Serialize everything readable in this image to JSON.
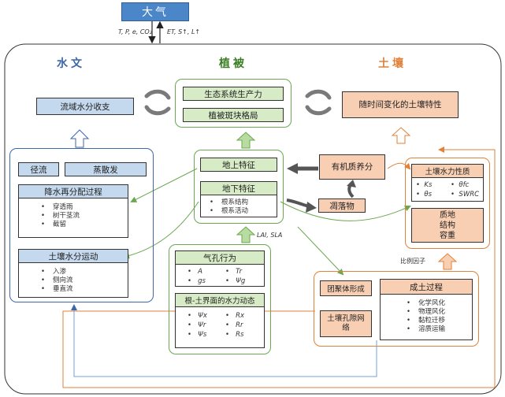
{
  "atmosphere": {
    "label": "大气",
    "down_label": "T, P, e, CO₂",
    "up_label": "ET, S↑, L↑"
  },
  "domains": {
    "hydrology": "水文",
    "vegetation": "植被",
    "soil": "土壤"
  },
  "hydrology": {
    "basin_balance": "流域水分收支",
    "runoff": "径流",
    "evapotranspiration": "蒸散发",
    "redistribution": {
      "title": "降水再分配过程",
      "items": [
        "穿透雨",
        "树干茎流",
        "截留"
      ]
    },
    "soil_water": {
      "title": "土壤水分运动",
      "items": [
        "入渗",
        "侧向流",
        "垂直流"
      ]
    }
  },
  "vegetation": {
    "productivity": "生态系统生产力",
    "patch_pattern": "植被斑块格局",
    "above_ground": "地上特征",
    "below_ground": {
      "title": "地下特征",
      "items": [
        "根系结构",
        "根系活动"
      ]
    },
    "lai_label": "LAI, SLA",
    "stomata": {
      "title": "气孔行为",
      "cells": [
        "A",
        "Tr",
        "gs",
        "Ψg"
      ]
    },
    "root_soil": {
      "title": "根-土界面的水力动态",
      "cells": [
        "Ψx",
        "Rx",
        "Ψr",
        "Rr",
        "Ψs",
        "Rs"
      ]
    }
  },
  "soil": {
    "temporal": "随时间变化的土壤特性",
    "organic": "有机质养分",
    "litter": "凋落物",
    "hydraulic": {
      "title": "土壤水力性质",
      "cells": [
        "Ks",
        "θfc",
        "θs",
        "SWRC"
      ]
    },
    "texture": [
      "质地",
      "结构",
      "容重"
    ],
    "scale_factor": "比例因子",
    "aggregate": "团聚体形成",
    "pore_network": "土壤孔隙网络",
    "pedogenesis": {
      "title": "成土过程",
      "items": [
        "化学风化",
        "物理风化",
        "黏粒迁移",
        "溶质运输"
      ]
    }
  },
  "colors": {
    "blue_fill": "#c5d9ee",
    "green_fill": "#d7ecc6",
    "orange_fill": "#f9cfb4",
    "blue_line": "#3f66a8",
    "green_line": "#6aa84f",
    "orange_line": "#e0823a"
  }
}
